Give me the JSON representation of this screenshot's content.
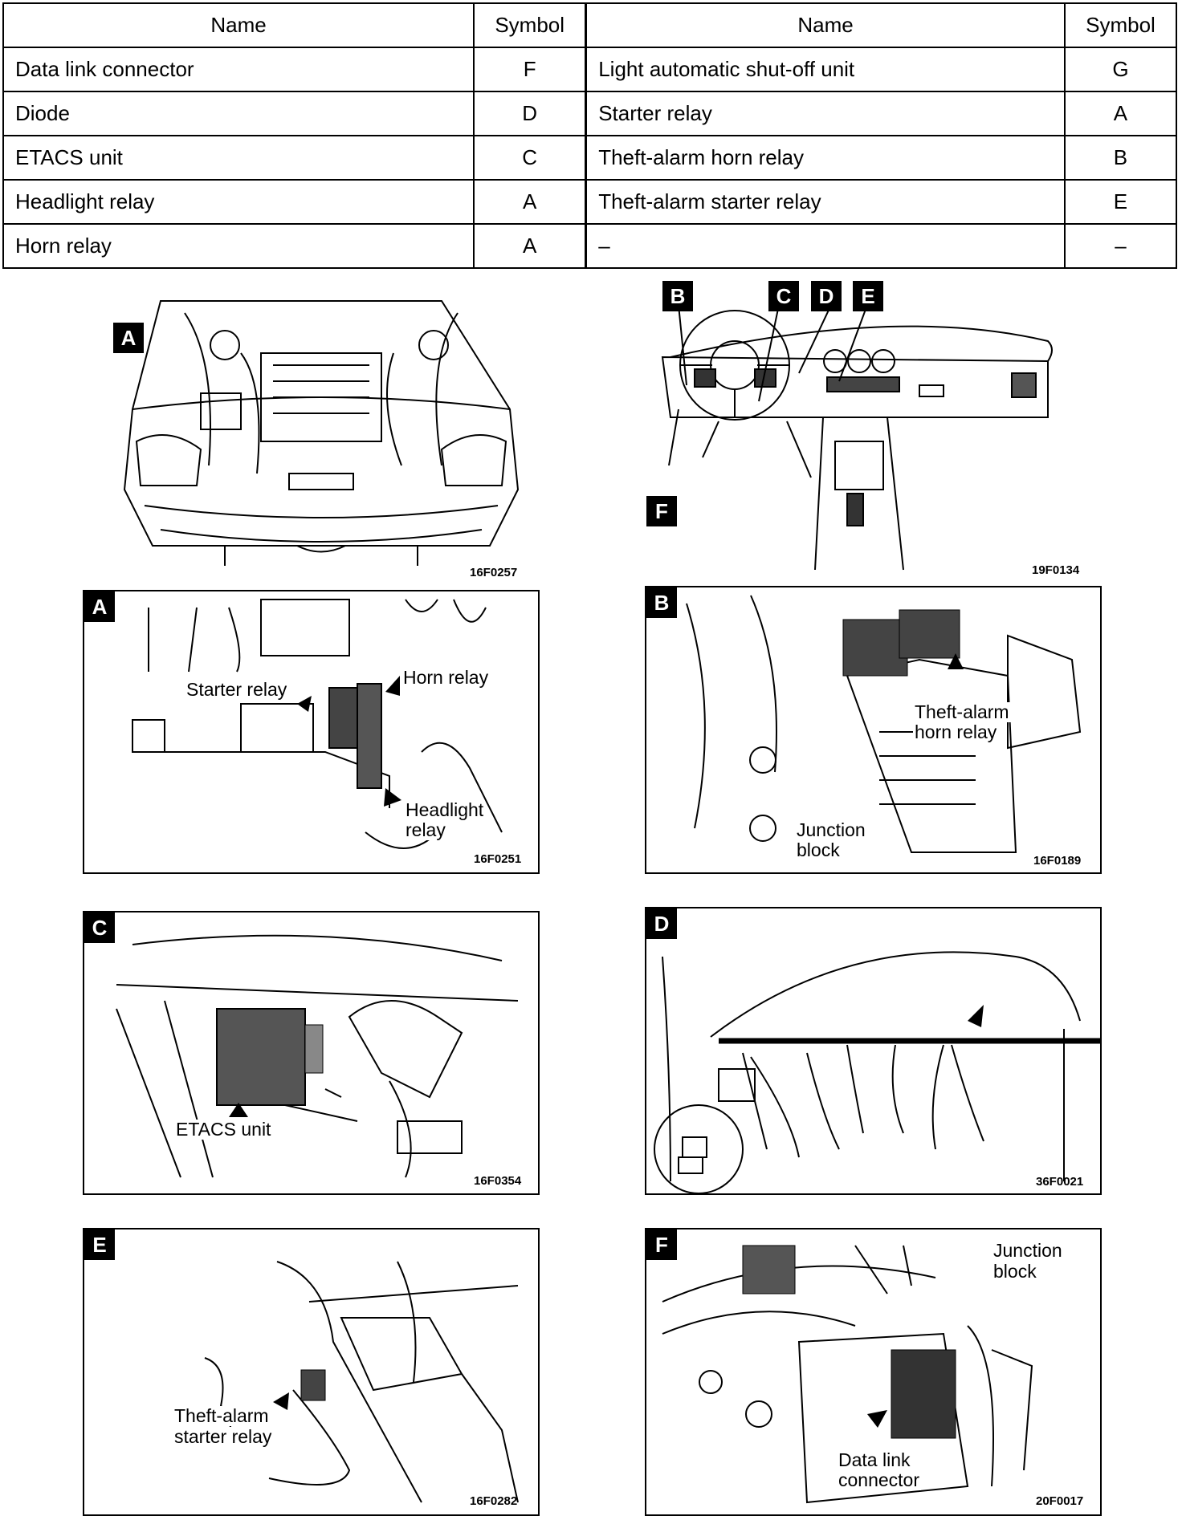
{
  "table": {
    "headers": [
      "Name",
      "Symbol",
      "Name",
      "Symbol"
    ],
    "rows": [
      {
        "name1": "Data link connector",
        "sym1": "F",
        "name2": "Light automatic shut-off unit",
        "sym2": "G"
      },
      {
        "name1": "Diode",
        "sym1": "D",
        "name2": "Starter relay",
        "sym2": "A"
      },
      {
        "name1": "ETACS unit",
        "sym1": "C",
        "name2": "Theft-alarm horn relay",
        "sym2": "B"
      },
      {
        "name1": "Headlight relay",
        "sym1": "A",
        "name2": "Theft-alarm starter relay",
        "sym2": "E"
      },
      {
        "name1": "Horn relay",
        "sym1": "A",
        "name2": "–",
        "sym2": "–"
      }
    ]
  },
  "overview": {
    "engine": {
      "code": "16F0257",
      "badges": [
        "A"
      ]
    },
    "dash": {
      "code": "19F0134",
      "badges": [
        "B",
        "C",
        "D",
        "E",
        "F"
      ]
    }
  },
  "details": {
    "A": {
      "badge": "A",
      "code": "16F0251",
      "labels": [
        "Starter relay",
        "Horn relay",
        "Headlight",
        "relay"
      ]
    },
    "B": {
      "badge": "B",
      "code": "16F0189",
      "labels": [
        "Theft-alarm",
        "horn relay",
        "Junction",
        "block"
      ]
    },
    "C": {
      "badge": "C",
      "code": "16F0354",
      "labels": [
        "ETACS unit"
      ]
    },
    "D": {
      "badge": "D",
      "code": "36F0021",
      "labels": []
    },
    "E": {
      "badge": "E",
      "code": "16F0282",
      "labels": [
        "Theft-alarm",
        "starter relay"
      ]
    },
    "F": {
      "badge": "F",
      "code": "20F0017",
      "labels": [
        "Junction",
        "block",
        "Data link",
        "connector"
      ]
    }
  }
}
